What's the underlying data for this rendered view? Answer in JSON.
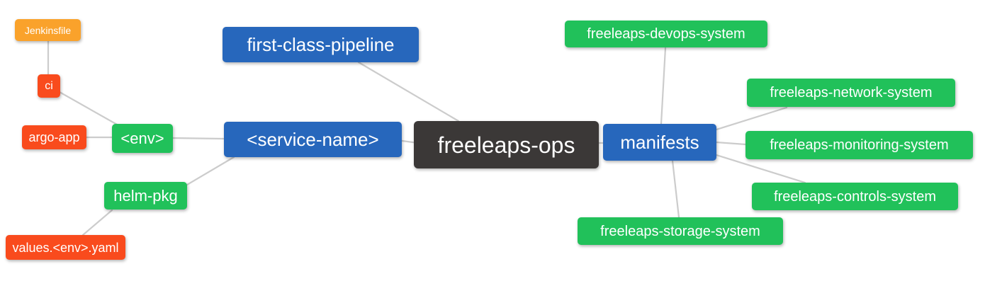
{
  "diagram": {
    "type": "mindmap",
    "background": "#FFFFFF",
    "root_label": "freeleaps-ops",
    "nodes": {
      "freeleaps_ops": "freeleaps-ops",
      "first_class_pipeline": "first-class-pipeline",
      "service_name": "<service-name>",
      "manifests": "manifests",
      "env": "<env>",
      "helm_pkg": "helm-pkg",
      "ci": "ci",
      "argo_app": "argo-app",
      "jenkinsfile": "Jenkinsfile",
      "values_env_yaml": "values.<env>.yaml",
      "devops_system": "freeleaps-devops-system",
      "network_system": "freeleaps-network-system",
      "monitoring_system": "freeleaps-monitoring-system",
      "controls_system": "freeleaps-controls-system",
      "storage_system": "freeleaps-storage-system"
    },
    "edges": [
      {
        "from": "jenkinsfile",
        "to": "ci"
      },
      {
        "from": "ci",
        "to": "env"
      },
      {
        "from": "argo_app",
        "to": "env"
      },
      {
        "from": "env",
        "to": "service_name"
      },
      {
        "from": "helm_pkg",
        "to": "service_name"
      },
      {
        "from": "values_env_yaml",
        "to": "helm_pkg"
      },
      {
        "from": "first_class_pipeline",
        "to": "freeleaps_ops"
      },
      {
        "from": "service_name",
        "to": "freeleaps_ops"
      },
      {
        "from": "freeleaps_ops",
        "to": "manifests"
      },
      {
        "from": "manifests",
        "to": "devops_system"
      },
      {
        "from": "manifests",
        "to": "network_system"
      },
      {
        "from": "manifests",
        "to": "monitoring_system"
      },
      {
        "from": "manifests",
        "to": "controls_system"
      },
      {
        "from": "manifests",
        "to": "storage_system"
      }
    ],
    "colors": {
      "root_dark": "#3B3837",
      "branch_blue": "#2767BC",
      "leaf_green": "#21C15A",
      "leaf_red": "#F94B1D",
      "leaf_orange": "#FAA22B",
      "edge_gray": "#CCCCCC",
      "text": "#FFFFFF"
    }
  }
}
